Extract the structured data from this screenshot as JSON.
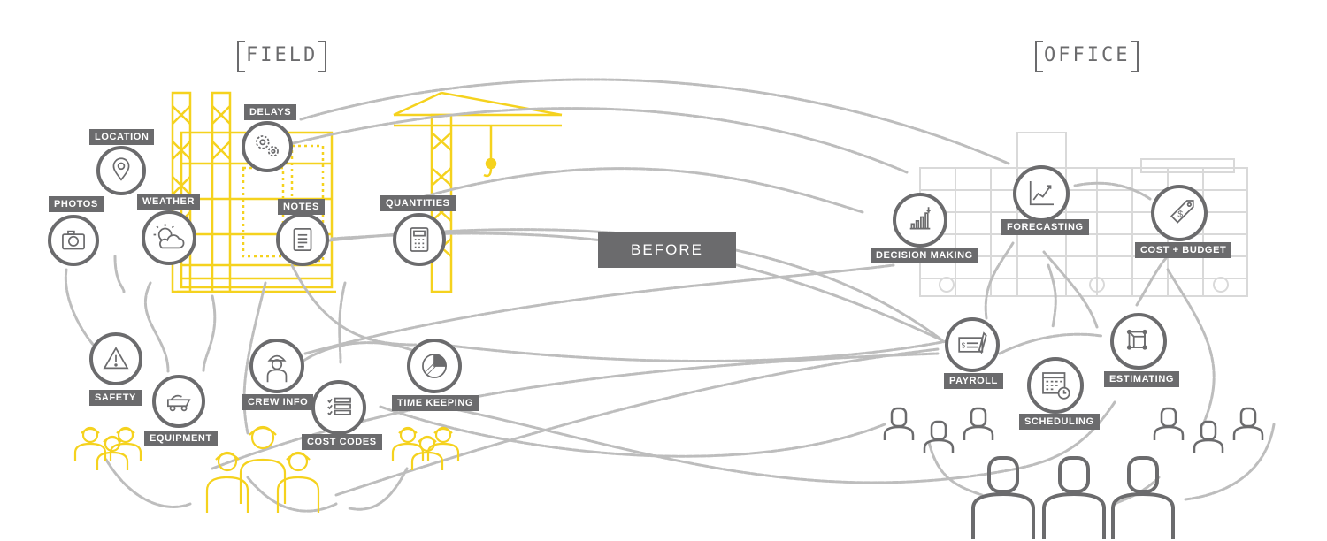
{
  "headings": {
    "field": "FIELD",
    "office": "OFFICE"
  },
  "center_label": "BEFORE",
  "field_nodes": {
    "location": "LOCATION",
    "photos": "PHOTOS",
    "weather": "WEATHER",
    "delays": "DELAYS",
    "notes": "NOTES",
    "quantities": "QUANTITIES",
    "safety": "SAFETY",
    "equipment": "EQUIPMENT",
    "crew_info": "CREW INFO",
    "cost_codes": "COST CODES",
    "time_keeping": "TIME KEEPING"
  },
  "office_nodes": {
    "decision_making": "DECISION MAKING",
    "forecasting": "FORECASTING",
    "cost_budget": "COST + BUDGET",
    "payroll": "PAYROLL",
    "scheduling": "SCHEDULING",
    "estimating": "ESTIMATING"
  },
  "colors": {
    "field_accent": "#f5d21e",
    "node_gray": "#6b6b6d",
    "arrow_gray": "#bdbdbd",
    "office_building": "#d9d9d9",
    "label_text": "#ffffff"
  }
}
